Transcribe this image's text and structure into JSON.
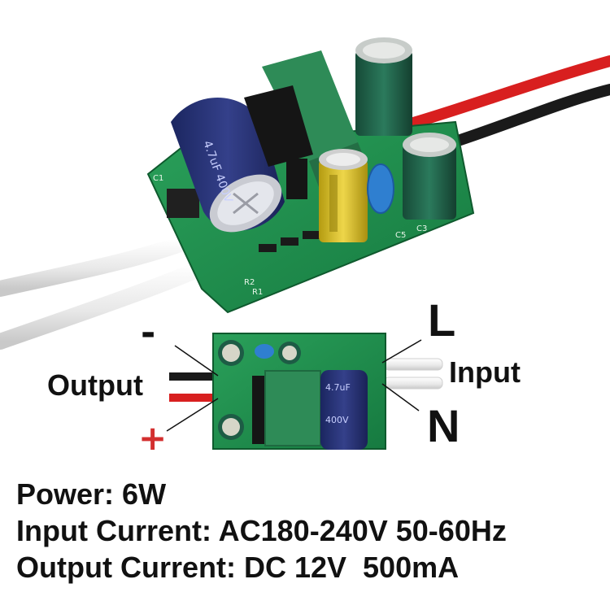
{
  "photo": {
    "top_module_parts": [
      "large-blue-capacitor",
      "green-transformer",
      "yellow-capacitor",
      "blue-ceramic-capacitor",
      "green-capacitor-top",
      "green-capacitor-right",
      "red-wire",
      "black-wire",
      "white-wire-1",
      "white-wire-2"
    ],
    "colors": {
      "pcb": "#1f8a4c",
      "transformer": "#2e8b57",
      "blue_cap": "#26306e",
      "green_cap": "#1d5c45",
      "yellow_cap": "#d9c22a",
      "red_wire": "#d81f1f",
      "black_wire": "#1a1a1a",
      "white_wire": "#f2f2f2"
    }
  },
  "wiring": {
    "minus_sign": "-",
    "output_label": "Output",
    "plus_sign": "+",
    "L_label": "L",
    "input_label": "Input",
    "N_label": "N",
    "plus_color": "#d32f2f"
  },
  "specs": {
    "power_label": "Power:",
    "power_value": "6W",
    "input_label": "Input Current:",
    "input_value": "AC180-240V 50-60Hz",
    "output_label": "Output Current:",
    "output_value": "DC 12V  500mA"
  }
}
